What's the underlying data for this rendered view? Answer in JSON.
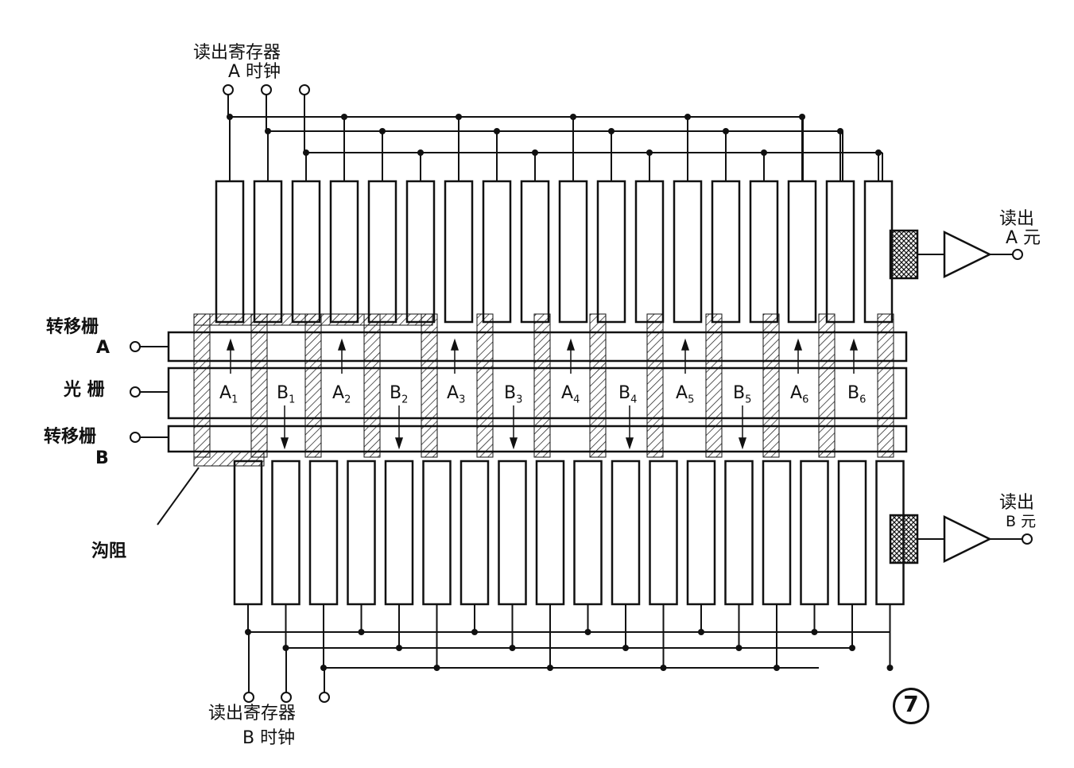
{
  "labels": {
    "readout_register_a": "读出寄存器",
    "a_clock": "A 时钟",
    "readout_register_b": "读出寄存器",
    "b_clock": "B 时钟",
    "transfer_gate_a": "转移栅",
    "transfer_gate_a_letter": "A",
    "photogate": "光 栅",
    "transfer_gate_b": "转移栅",
    "transfer_gate_b_letter": "B",
    "channel_stop": "沟阻",
    "readout_a_line1": "读出",
    "readout_a_line2": "A 元",
    "readout_b_line1": "读出",
    "readout_b_line2": "B 元",
    "figure_number": "7"
  },
  "photosites": [
    {
      "letter": "A",
      "sub": "1"
    },
    {
      "letter": "B",
      "sub": "1"
    },
    {
      "letter": "A",
      "sub": "2"
    },
    {
      "letter": "B",
      "sub": "2"
    },
    {
      "letter": "A",
      "sub": "3"
    },
    {
      "letter": "B",
      "sub": "3"
    },
    {
      "letter": "A",
      "sub": "4"
    },
    {
      "letter": "B",
      "sub": "4"
    },
    {
      "letter": "A",
      "sub": "5"
    },
    {
      "letter": "B",
      "sub": "5"
    },
    {
      "letter": "A",
      "sub": "6"
    },
    {
      "letter": "B",
      "sub": "6"
    }
  ],
  "register_a_cells": 18,
  "register_b_cells": 18,
  "colors": {
    "ink": "#111111",
    "paper": "#ffffff"
  }
}
